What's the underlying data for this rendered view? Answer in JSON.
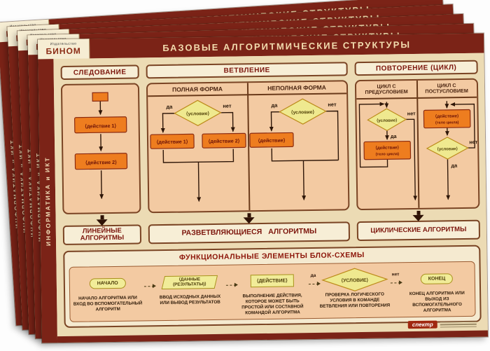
{
  "poster": {
    "title": "БАЗОВЫЕ АЛГОРИТМИЧЕСКИЕ СТРУКТУРЫ",
    "sidebar_text": "ИНФОРМАТИКА и ИКТ",
    "publisher_prefix": "Издательство",
    "publisher_name": "БИНОМ",
    "footer_logo": "спектр"
  },
  "sequence": {
    "title": "СЛЕДОВАНИЕ",
    "action1": "⟨действие 1⟩",
    "action2": "⟨действие 2⟩",
    "caption": "ЛИНЕЙНЫЕ АЛГОРИТМЫ"
  },
  "branching": {
    "title": "ВЕТВЛЕНИЕ",
    "caption": "РАЗВЕТВЛЯЮЩИЕСЯ АЛГОРИТМЫ",
    "full": {
      "label": "ПОЛНАЯ ФОРМА",
      "condition": "⟨условие⟩",
      "yes": "да",
      "no": "нет",
      "action1": "⟨действие 1⟩",
      "action2": "⟨действие 2⟩"
    },
    "partial": {
      "label": "НЕПОЛНАЯ ФОРМА",
      "condition": "⟨условие⟩",
      "yes": "да",
      "no": "нет",
      "action": "⟨действие⟩"
    }
  },
  "loops": {
    "title": "ПОВТОРЕНИЕ (ЦИКЛ)",
    "caption": "ЦИКЛИЧЕСКИЕ АЛГОРИТМЫ",
    "pre": {
      "label": "ЦИКЛ С ПРЕДУСЛОВИЕМ",
      "condition": "⟨условие⟩",
      "yes": "да",
      "no": "нет",
      "action_line1": "⟨действие⟩",
      "action_line2": "(тело цикла)"
    },
    "post": {
      "label": "ЦИКЛ С ПОСТУСЛОВИЕМ",
      "condition": "⟨условие⟩",
      "yes": "да",
      "no": "нет",
      "action_line1": "⟨действие⟩",
      "action_line2": "(тело цикла)"
    }
  },
  "legend": {
    "title": "ФУНКЦИОНАЛЬНЫЕ ЭЛЕМЕНТЫ БЛОК-СХЕМЫ",
    "yes": "да",
    "no": "нет",
    "items": [
      {
        "shape": "terminator",
        "label": "НАЧАЛО",
        "desc": "НАЧАЛО АЛГОРИТМА ИЛИ ВХОД ВО ВСПОМОГАТЕЛЬНЫЙ АЛГОРИТМ"
      },
      {
        "shape": "parallelogram",
        "label": "⟨ДАННЫЕ (РЕЗУЛЬТАТЫ)⟩",
        "desc": "ВВОД ИСХОДНЫХ ДАННЫХ ИЛИ ВЫВОД РЕЗУЛЬТАТОВ"
      },
      {
        "shape": "rectangle",
        "label": "⟨ДЕЙСТВИЕ⟩",
        "desc": "ВЫПОЛНЕНИЕ ДЕЙСТВИЯ, КОТОРОЕ МОЖЕТ БЫТЬ ПРОСТОЙ ИЛИ СОСТАВНОЙ КОМАНДОЙ АЛГОРИТМА"
      },
      {
        "shape": "diamond",
        "label": "⟨УСЛОВИЕ⟩",
        "desc": "ПРОВЕРКА ЛОГИЧЕСКОГО УСЛОВИЯ В КОМАНДЕ ВЕТВЛЕНИЯ ИЛИ ПОВТОРЕНИЯ"
      },
      {
        "shape": "terminator",
        "label": "КОНЕЦ",
        "desc": "КОНЕЦ АЛГОРИТМА ИЛИ ВЫХОД ИЗ ВСПОМОГАТЕЛЬНОГО АЛГОРИТМА"
      }
    ]
  },
  "colors": {
    "maroon": "#7b2317",
    "cream": "#ecdbb4",
    "panel_pink": "#f3caa2",
    "action_orange": "#ee7d1f",
    "shape_yellow": "#efe98f",
    "heading_red": "#7c150c"
  }
}
